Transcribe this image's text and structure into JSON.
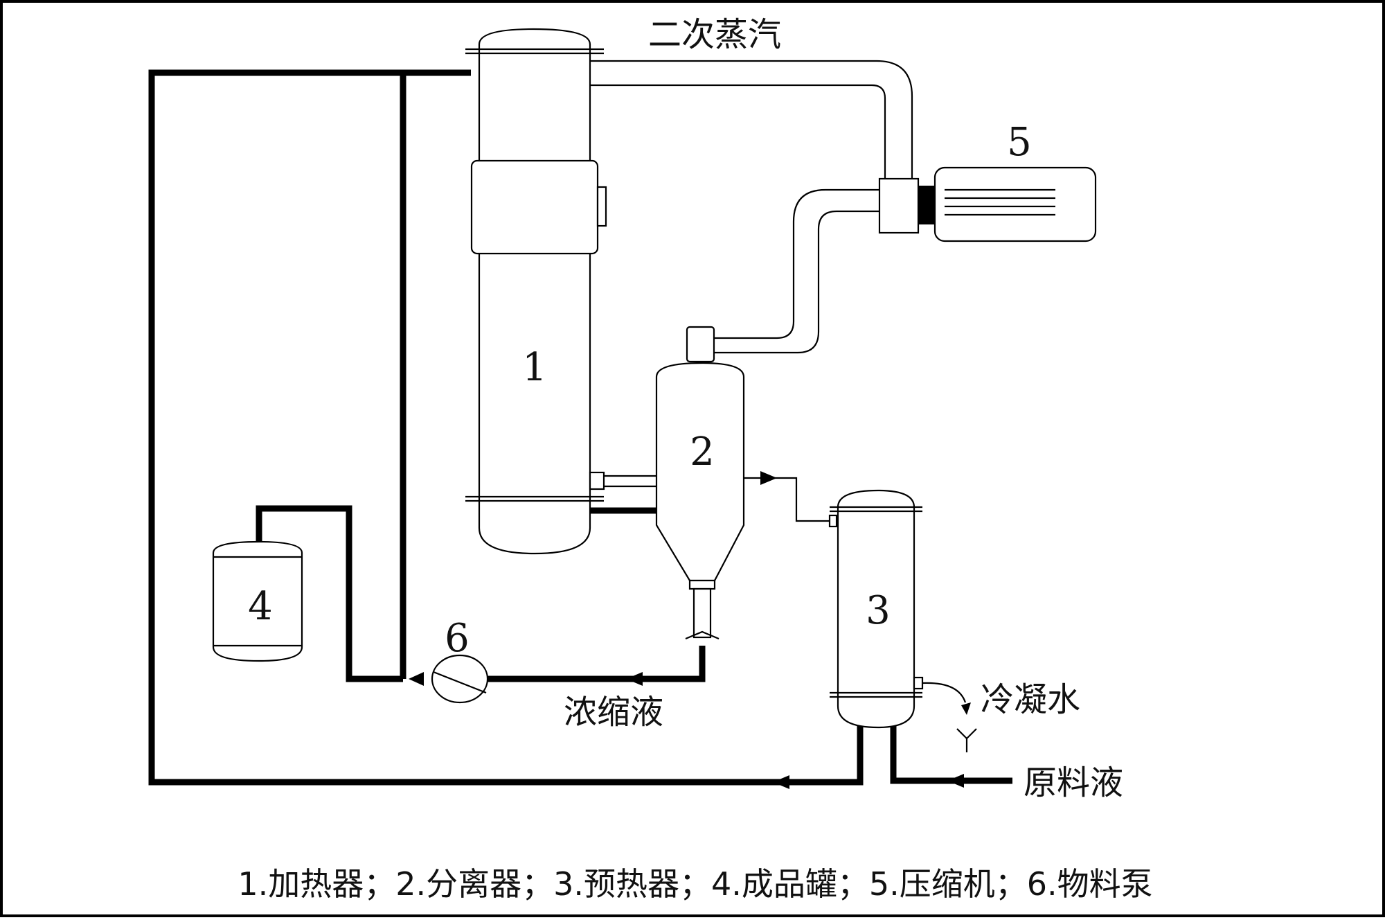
{
  "diagram": {
    "equipment": [
      {
        "id": "heater",
        "number": "1"
      },
      {
        "id": "separator",
        "number": "2"
      },
      {
        "id": "preheater",
        "number": "3"
      },
      {
        "id": "product-tank",
        "number": "4"
      },
      {
        "id": "compressor",
        "number": "5"
      },
      {
        "id": "material-pump",
        "number": "6"
      }
    ],
    "streams": {
      "secondary_steam": "二次蒸汽",
      "concentrate": "浓缩液",
      "condensate": "冷凝水",
      "feed": "原料液"
    },
    "legend": "1.加热器；2.分离器；3.预热器；4.成品罐；5.压缩机；6.物料泵",
    "colors": {
      "line": "#000000",
      "background": "#ffffff"
    }
  }
}
